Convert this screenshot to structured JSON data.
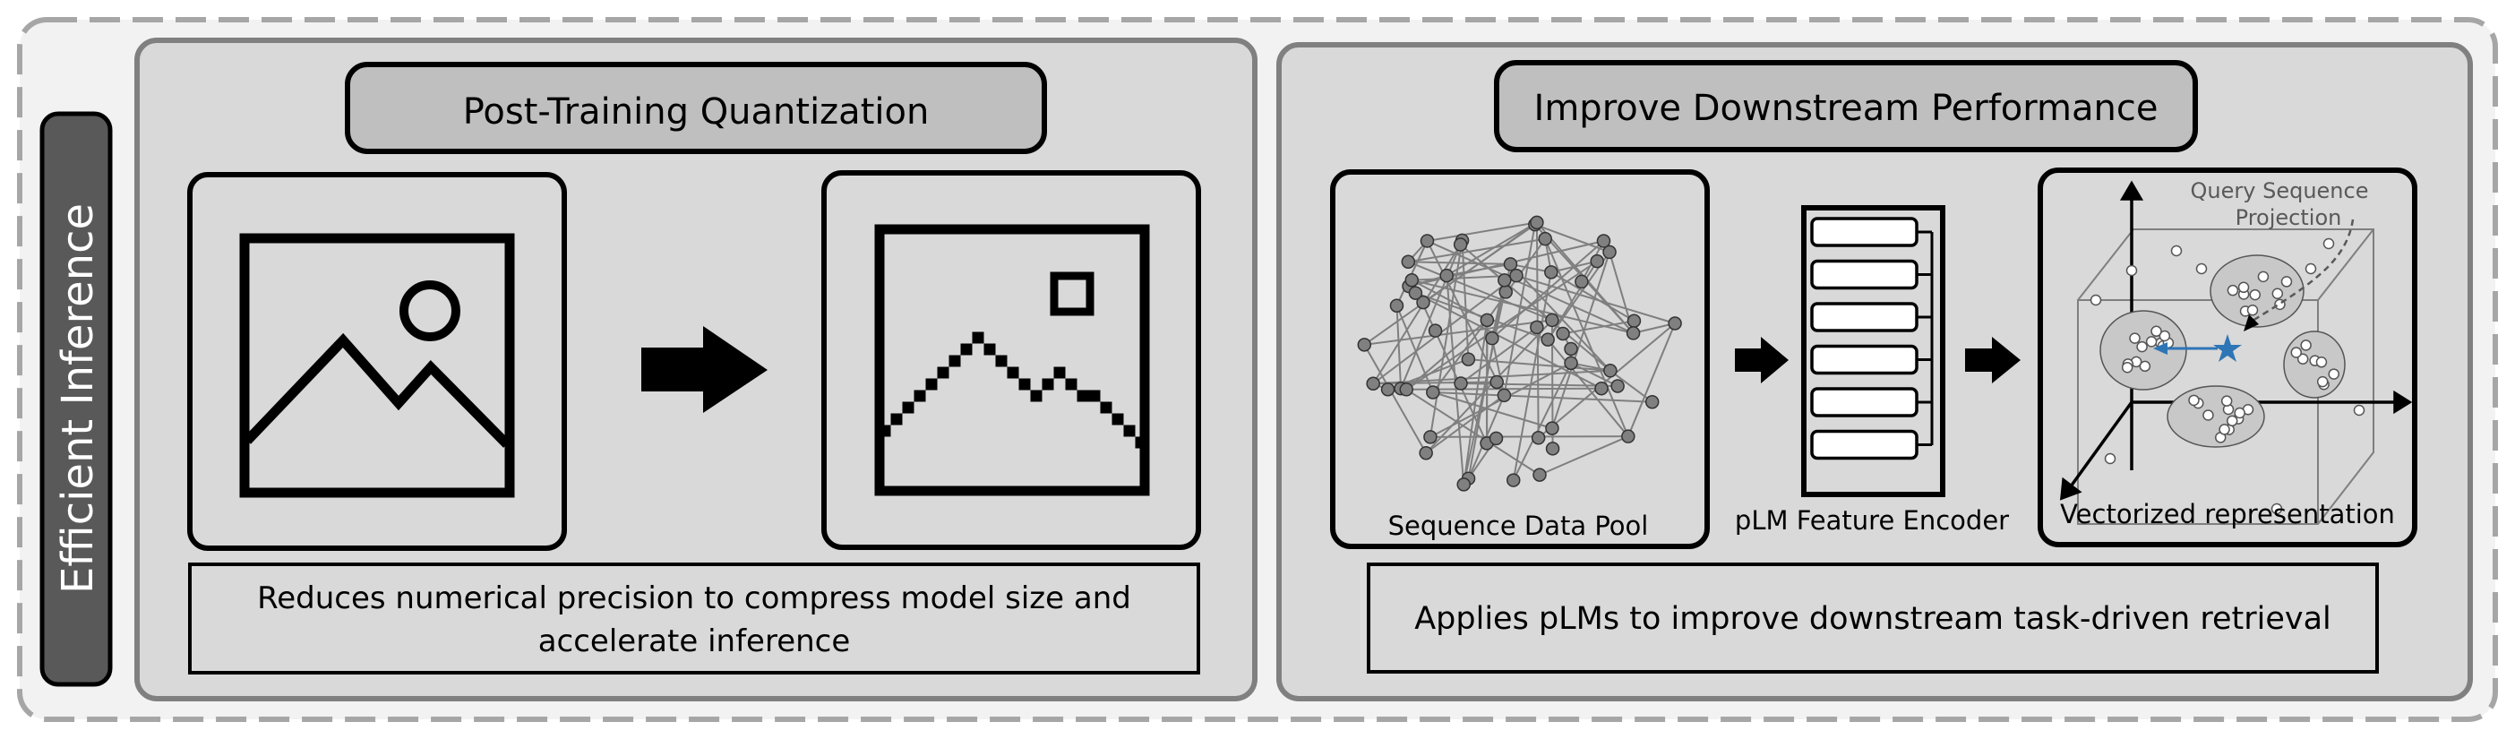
{
  "side_label": "Efficient Inference",
  "left_panel": {
    "title": "Post-Training Quantization",
    "description_lines": [
      "Reduces numerical precision to compress model size and",
      "accelerate inference"
    ]
  },
  "right_panel": {
    "title": "Improve Downstream Performance",
    "pool_label": "Sequence Data Pool",
    "encoder_label": "pLM Feature Encoder",
    "vector_label": "Vectorized representation",
    "query_label_lines": [
      "Query Sequence",
      "Projection"
    ],
    "description": "Applies pLMs to improve downstream task-driven retrieval"
  },
  "colors": {
    "panel_bg": "#d9d9d9",
    "panel_border": "#808080",
    "title_fill": "#bfbfbf",
    "side_label_bg": "#595959",
    "node_fill": "#808080",
    "edge": "#7f7f7f",
    "query_arrow": "#2e75b6",
    "query_star": "#2e75b6"
  },
  "icons": {
    "quantize_arrow": "right-arrow-icon",
    "encoder_arrow": "right-arrow-icon",
    "smooth_image": "image-icon",
    "pixel_image": "pixelated-image-icon",
    "query_point": "star-icon"
  }
}
